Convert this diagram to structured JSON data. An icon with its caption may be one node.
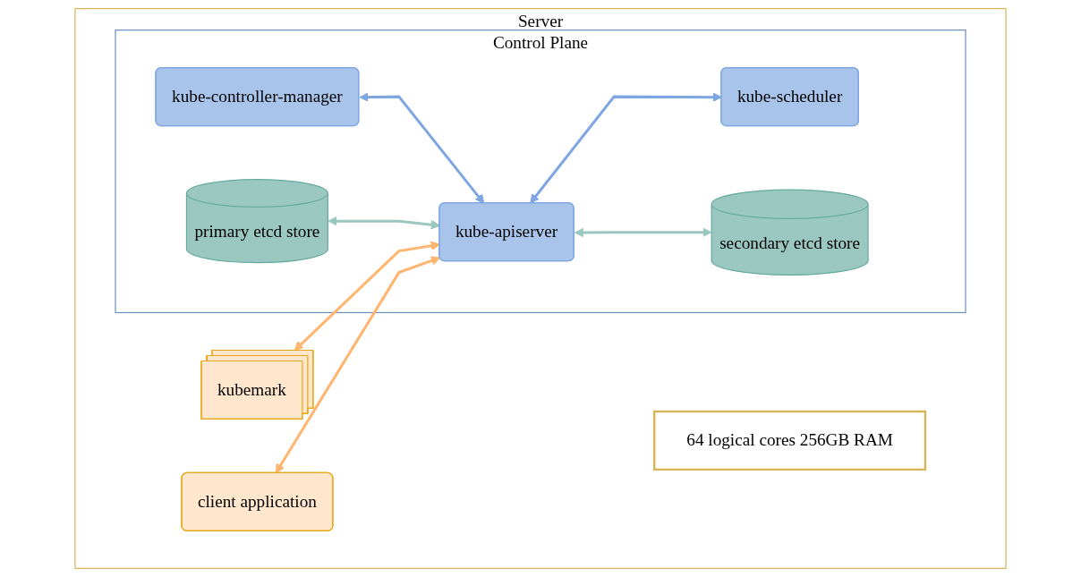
{
  "diagram": {
    "nodes": [
      {
        "text": [
          "Server"
        ]
      },
      {
        "text": [
          "64 logical cores 256GB RAM"
        ],
        "in": 0
      },
      {
        "text": [
          "Control Plane"
        ],
        "in": 0
      },
      {
        "text": [
          "kube-controller-manager"
        ],
        "in": 2
      },
      {
        "text": [
          "kube-scheduler"
        ],
        "in": 2
      },
      {
        "text": [
          "kube-apiserver"
        ],
        "in": 2
      },
      {
        "text": [
          "primary etcd store"
        ],
        "in": 2
      },
      {
        "text": [
          "secondary etcd store"
        ],
        "in": 2
      },
      {
        "text": [
          "kubemark"
        ],
        "in": 0
      },
      {
        "text": [
          "client application"
        ],
        "in": 0
      }
    ],
    "edges": [
      {
        "from": 3,
        "to": 5,
        "arrow": "both",
        "color": "#7ea6e0"
      },
      {
        "from": 5,
        "to": 4,
        "arrow": "both",
        "color": "#7ea6e0"
      },
      {
        "from": 8,
        "to": 5,
        "arrow": "both",
        "color": "#ffb570"
      },
      {
        "from": 9,
        "to": 5,
        "arrow": "both",
        "color": "#ffb570"
      },
      {
        "from": 6,
        "to": 5,
        "arrow": "both",
        "color": "#9ac7bf"
      },
      {
        "from": 5,
        "to": 7,
        "arrow": "both",
        "color": "#9ac7bf"
      }
    ]
  }
}
